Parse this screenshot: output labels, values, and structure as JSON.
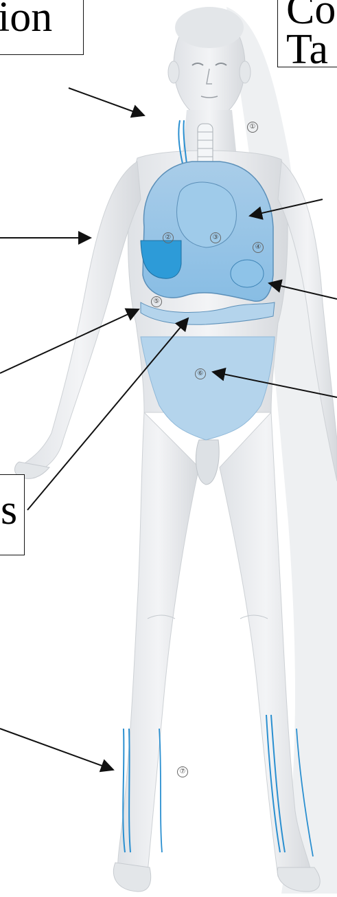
{
  "labels": {
    "top_left_text": "ion",
    "top_right_line1": "Co",
    "top_right_line2": "Ta",
    "mid_left_text": "s"
  },
  "regions": [
    "①",
    "②",
    "③",
    "④",
    "⑤",
    "⑥",
    "⑦"
  ],
  "colors": {
    "body_fill": "#eceef0",
    "body_shadow": "#d2d6da",
    "highlight_light": "#b4d4ec",
    "highlight_mid": "#7dbde6",
    "highlight_strong": "#2d9bd8",
    "vein": "#2a8fd0",
    "arrow": "#111111"
  }
}
